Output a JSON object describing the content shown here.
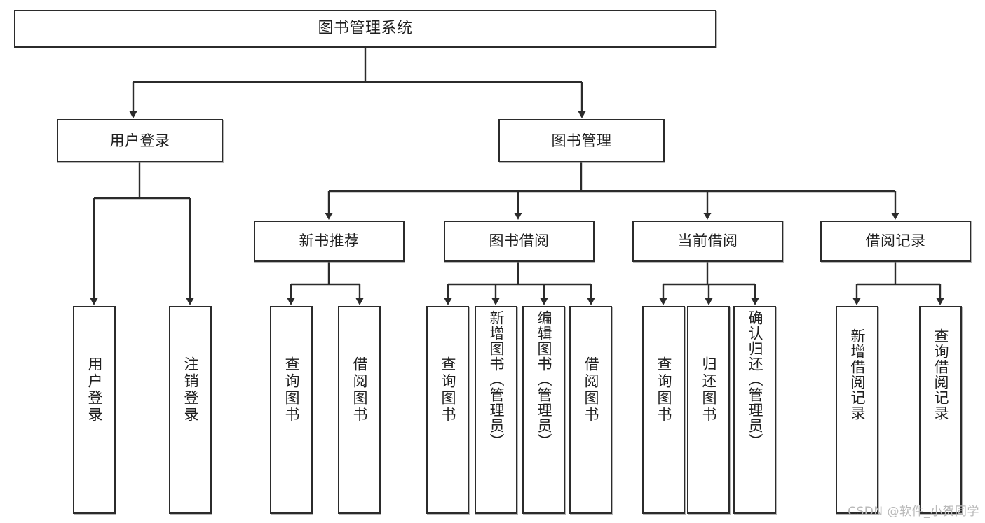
{
  "diagram": {
    "type": "tree-hierarchy-chart",
    "title": "图书管理系统",
    "orientation": "top-down",
    "colors": {
      "box_border": "#2b2b2b",
      "box_fill": "#ffffff",
      "connector": "#2b2b2b",
      "watermark": "#b9b9b9",
      "background": "#ffffff"
    },
    "levels": {
      "level1": "系统",
      "level2": "模块",
      "level3": "子模块",
      "level4": "功能"
    },
    "nodes": {
      "root": {
        "label": "图书管理系统"
      },
      "level2": [
        {
          "id": "user-login",
          "label": "用户登录"
        },
        {
          "id": "book-manage",
          "label": "图书管理"
        }
      ],
      "level3": [
        {
          "id": "new-book-recommend",
          "label": "新书推荐"
        },
        {
          "id": "book-borrow",
          "label": "图书借阅"
        },
        {
          "id": "current-borrow",
          "label": "当前借阅"
        },
        {
          "id": "borrow-record",
          "label": "借阅记录"
        }
      ],
      "leaves": {
        "user-login": [
          {
            "id": "leaf-user-login",
            "label": "用户登录"
          },
          {
            "id": "leaf-logout-login",
            "label": "注销登录"
          }
        ],
        "new-book-recommend": [
          {
            "id": "leaf-query-book-1",
            "label": "查询图书"
          },
          {
            "id": "leaf-borrow-book-1",
            "label": "借阅图书"
          }
        ],
        "book-borrow": [
          {
            "id": "leaf-query-book-2",
            "label": "查询图书"
          },
          {
            "id": "leaf-add-book",
            "label": "新增图书（管理员）"
          },
          {
            "id": "leaf-edit-book",
            "label": "编辑图书（管理员）"
          },
          {
            "id": "leaf-borrow-book-2",
            "label": "借阅图书"
          }
        ],
        "current-borrow": [
          {
            "id": "leaf-query-book-3",
            "label": "查询图书"
          },
          {
            "id": "leaf-return-book",
            "label": "归还图书"
          },
          {
            "id": "leaf-confirm-return",
            "label": "确认归还（管理员）"
          }
        ],
        "borrow-record": [
          {
            "id": "leaf-add-record",
            "label": "新增借阅记录"
          },
          {
            "id": "leaf-query-record",
            "label": "查询借阅记录"
          }
        ]
      }
    },
    "watermark": "CSDN @软件_小贺同学"
  }
}
